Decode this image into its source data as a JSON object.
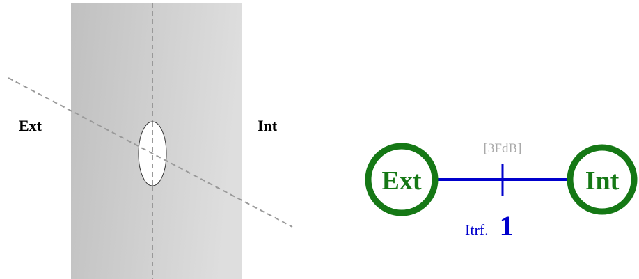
{
  "left_panel": {
    "exterior_label": "Ext",
    "interior_label": "Int"
  },
  "right_panel": {
    "node_left": "Ext",
    "node_right": "Int",
    "link_tag": "[3FdB]",
    "interface_word": "Itrf.",
    "interface_number": "1"
  },
  "colors": {
    "wall_light": "#dedede",
    "wall_dark": "#c2c2c2",
    "node_ring": "#157815",
    "node_text": "#157815",
    "link": "#0000cc",
    "tag_text": "#a9a9a9",
    "dashed_line": "#999999"
  }
}
